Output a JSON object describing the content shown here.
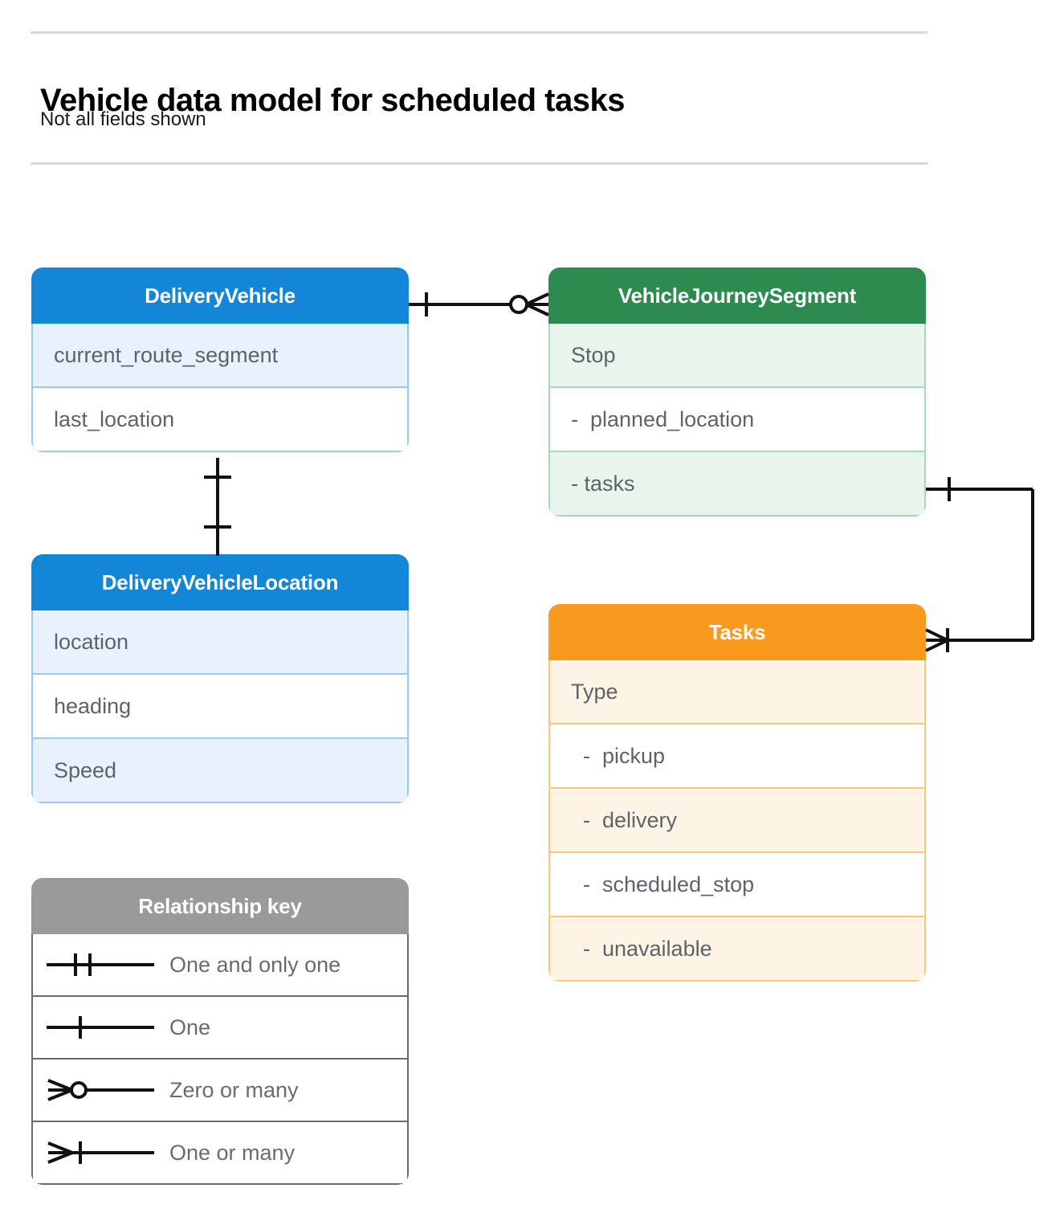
{
  "header": {
    "title": "Vehicle data model for scheduled tasks",
    "subtitle": "Not all fields shown"
  },
  "colors": {
    "blue_header": "#1386d8",
    "blue_row": "#e9f1fd",
    "blue_border": "#9cc9f0",
    "green_header": "#2e8b4f",
    "green_row": "#e9f4ed",
    "green_border": "#a7d7b6",
    "orange_header": "#f9991e",
    "orange_row": "#fdf4e6",
    "orange_border": "#fbc87a",
    "gray_header": "#9a9a9a",
    "gray_row": "#eaeaea",
    "gray_border": "#cfcfcf",
    "connector": "#000000",
    "text_body": "#5f6368",
    "rule": "#d8d8d8"
  },
  "entities": [
    {
      "id": "delivery-vehicle",
      "title": "DeliveryVehicle",
      "color": "blue",
      "rows": [
        "current_route_segment",
        "last_location"
      ]
    },
    {
      "id": "vehicle-journey-segment",
      "title": "VehicleJourneySegment",
      "color": "green",
      "rows": [
        "Stop",
        "-  planned_location",
        "- tasks"
      ]
    },
    {
      "id": "delivery-vehicle-location",
      "title": "DeliveryVehicleLocation",
      "color": "blue",
      "rows": [
        "location",
        "heading",
        "Speed"
      ]
    },
    {
      "id": "tasks",
      "title": "Tasks",
      "color": "orange",
      "rows": [
        "Type",
        "  -  pickup",
        "  -  delivery",
        "  -  scheduled_stop",
        "  -  unavailable"
      ]
    }
  ],
  "legend": {
    "title": "Relationship key",
    "rows": [
      {
        "symbol": "one-and-only-one-icon",
        "label": "One and only one"
      },
      {
        "symbol": "one-icon",
        "label": "One"
      },
      {
        "symbol": "zero-or-many-icon",
        "label": "Zero or many"
      },
      {
        "symbol": "one-or-many-icon",
        "label": "One or many"
      }
    ]
  },
  "relationships": [
    {
      "id": "deliveryvehicle-to-vehiclejourneysegment",
      "from": "DeliveryVehicle",
      "to": "VehicleJourneySegment",
      "from_cardinality": "One",
      "to_cardinality": "Zero or many"
    },
    {
      "id": "deliveryvehicle-to-deliveryvehiclelocation",
      "from": "DeliveryVehicle",
      "to": "DeliveryVehicleLocation",
      "from_cardinality": "One",
      "to_cardinality": "One"
    },
    {
      "id": "vehiclejourneysegment-tasks-to-tasks",
      "from": "VehicleJourneySegment.tasks",
      "to": "Tasks",
      "from_cardinality": "One",
      "to_cardinality": "One or many"
    }
  ]
}
